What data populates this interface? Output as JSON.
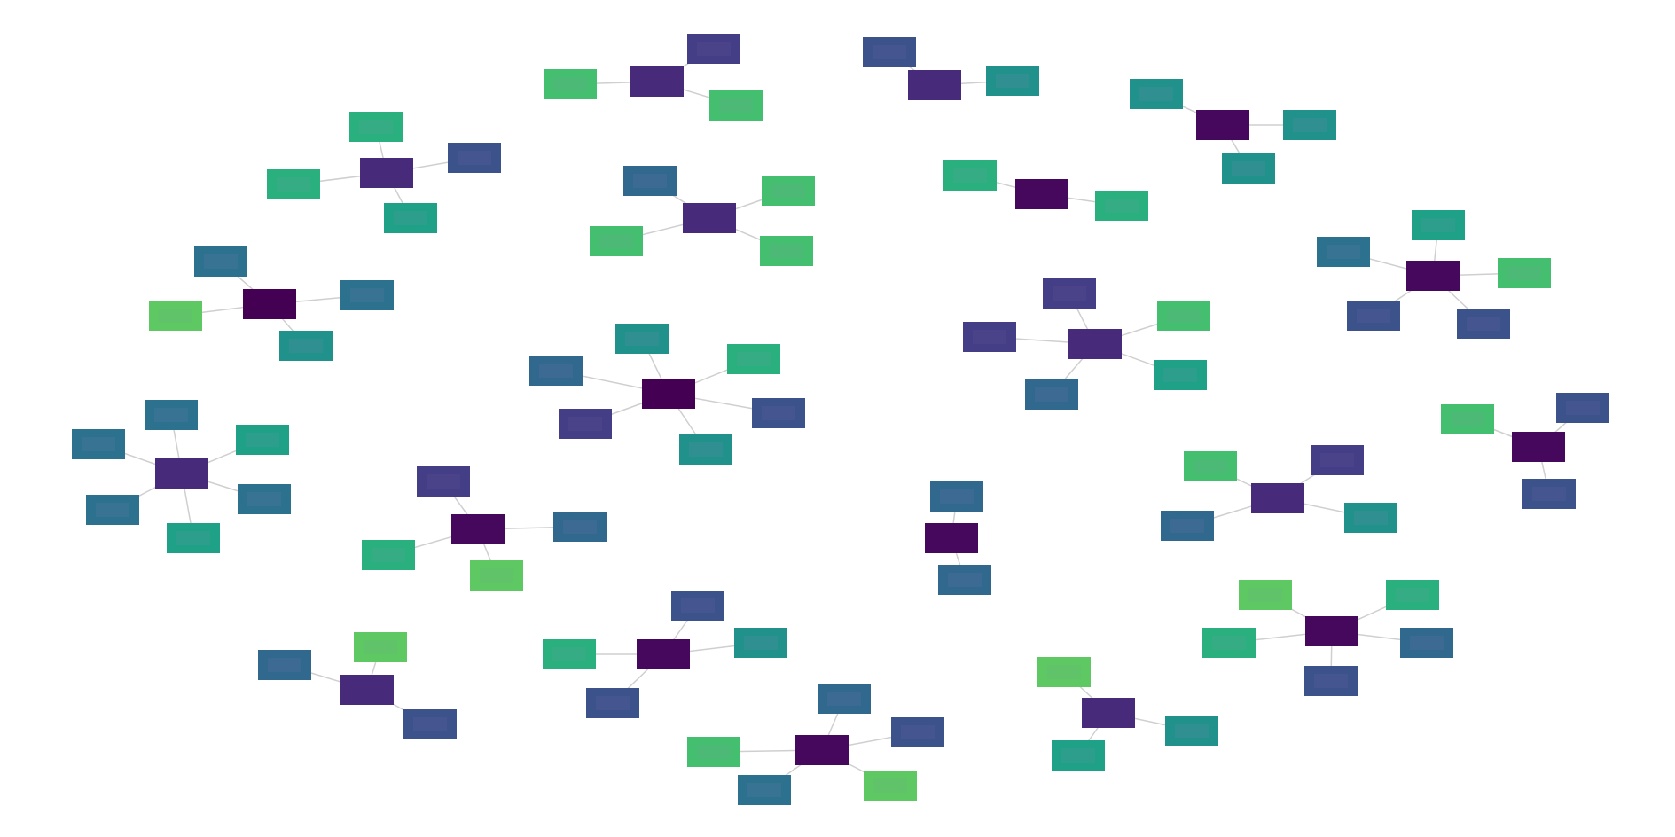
{
  "diagram": {
    "type": "network-clusters",
    "palette": {
      "deep_purple": "#440154",
      "dark_purple": "#46085c",
      "purple": "#472a7a",
      "indigo": "#433e85",
      "slate_blue": "#3b528b",
      "steel_blue": "#31688e",
      "blue_teal": "#2c728e",
      "teal": "#21918c",
      "sea_green": "#1fa187",
      "green_teal": "#22a884",
      "green": "#2ab07f",
      "light_green": "#44bf70",
      "lime_green": "#5ec962",
      "edge": "#cfcfcf"
    },
    "clusters": [
      {
        "id": "c1",
        "hub_color": "#46085c",
        "leaf_colors": [
          "#3b528b",
          "#2ab07f",
          "#2c728e",
          "#5ec962",
          "#1fa187"
        ]
      },
      {
        "id": "c2",
        "hub_color": "#433e85",
        "leaf_colors": [
          "#2ab07f",
          "#31688e",
          "#2c728e",
          "#44bf70",
          "#44bf70"
        ]
      },
      {
        "id": "c3",
        "hub_color": "#46085c",
        "leaf_colors": [
          "#44bf70",
          "#433e85",
          "#3b528b"
        ]
      },
      {
        "id": "c4",
        "hub_color": "#46085c",
        "leaf_colors": [
          "#21918c",
          "#2c728e",
          "#5ec962"
        ]
      }
    ]
  }
}
